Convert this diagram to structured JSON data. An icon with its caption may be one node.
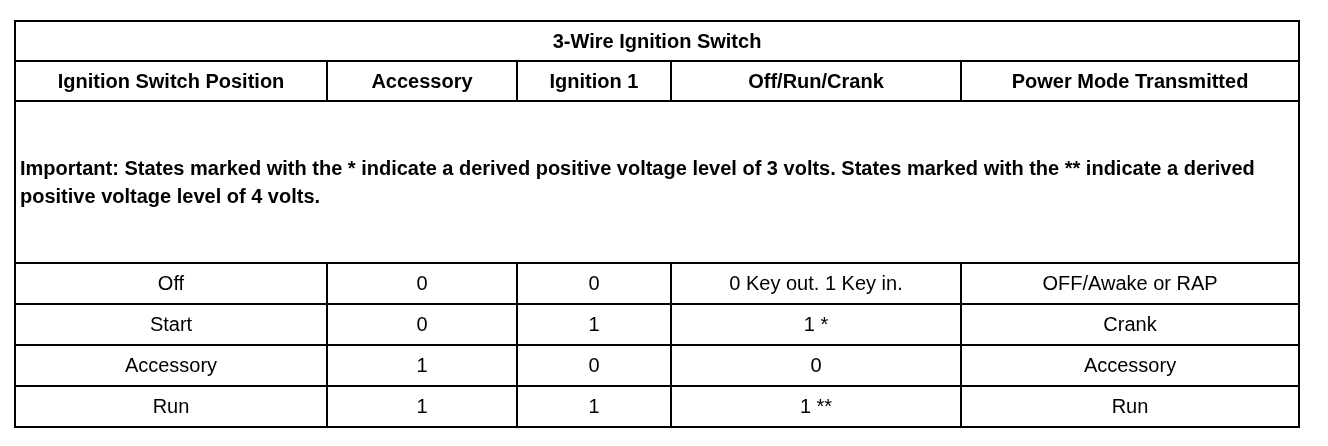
{
  "diagram": {
    "title": "3-Wire Ignition Switch",
    "labels": [
      "Ignition Switch Position",
      "Accessory",
      "Ignition 1",
      "Off/Run/Crank",
      "Power Mode Transmitted",
      "Important: States marked with the * indicate a derived positive voltage level of 3 volts. States marked with the ** indicate a derived positive voltage level of 4 volts.",
      "Off",
      "0",
      "0",
      "0 Key out. 1 Key in.",
      "OFF/Awake or RAP",
      "Start",
      "0",
      "1",
      "1 *",
      "Crank",
      "Accessory",
      "1",
      "0",
      "0",
      "Accessory",
      "Run",
      "1",
      "1",
      "1 **",
      "Run"
    ]
  }
}
